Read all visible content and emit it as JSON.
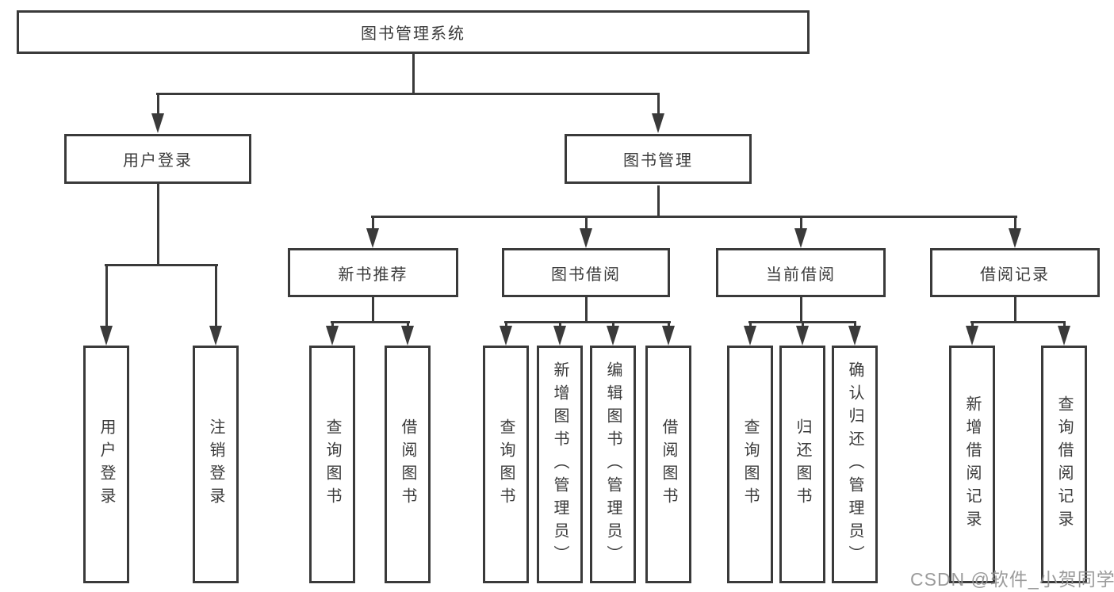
{
  "diagram": {
    "root": {
      "label": "图书管理系统"
    },
    "branches": [
      {
        "label": "用户登录",
        "children": [
          {
            "label": "用户登录"
          },
          {
            "label": "注销登录"
          }
        ]
      },
      {
        "label": "图书管理",
        "children": [
          {
            "label": "新书推荐",
            "children": [
              {
                "label": "查询图书"
              },
              {
                "label": "借阅图书"
              }
            ]
          },
          {
            "label": "图书借阅",
            "children": [
              {
                "label": "查询图书"
              },
              {
                "label": "新增图书（管理员）"
              },
              {
                "label": "编辑图书（管理员）"
              },
              {
                "label": "借阅图书"
              }
            ]
          },
          {
            "label": "当前借阅",
            "children": [
              {
                "label": "查询图书"
              },
              {
                "label": "归还图书"
              },
              {
                "label": "确认归还（管理员）"
              }
            ]
          },
          {
            "label": "借阅记录",
            "children": [
              {
                "label": "新增借阅记录"
              },
              {
                "label": "查询借阅记录"
              }
            ]
          }
        ]
      }
    ]
  },
  "watermark": {
    "text": "CSDN @软件_小贺同学"
  },
  "colors": {
    "line": "#3a3a3a",
    "text": "#3b3b3b",
    "background": "#ffffff",
    "watermark": "#929292"
  }
}
